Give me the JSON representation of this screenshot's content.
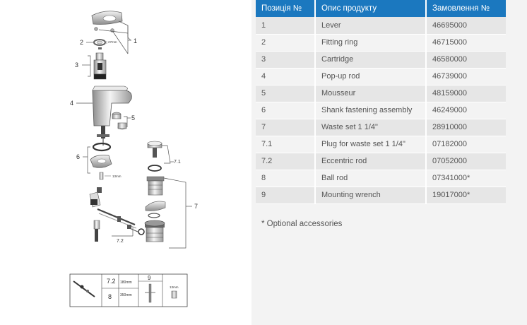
{
  "diagram": {
    "callouts": [
      "1",
      "2",
      "3",
      "4",
      "5",
      "6",
      "7",
      "7.1",
      "7.2"
    ],
    "dimension_labels": {
      "ring_width": "27mm",
      "shank_width": "13mm"
    },
    "legend": {
      "rod_label_top": "7.2",
      "rod_label_bottom": "8",
      "rod_length_top": "180mm",
      "rod_length_bottom": "350mm",
      "wrench_label": "9",
      "part_size": "13mm"
    }
  },
  "table": {
    "headers": [
      "Позиція №",
      "Опис продукту",
      "Замовлення №"
    ],
    "rows": [
      {
        "pos": "1",
        "desc": "Lever",
        "order": "46695000"
      },
      {
        "pos": "2",
        "desc": "Fitting ring",
        "order": "46715000"
      },
      {
        "pos": "3",
        "desc": "Cartridge",
        "order": "46580000"
      },
      {
        "pos": "4",
        "desc": "Pop-up rod",
        "order": "46739000"
      },
      {
        "pos": "5",
        "desc": "Mousseur",
        "order": "48159000"
      },
      {
        "pos": "6",
        "desc": "Shank fastening assembly",
        "order": "46249000"
      },
      {
        "pos": "7",
        "desc": "Waste set 1 1/4\"",
        "order": "28910000"
      },
      {
        "pos": "7.1",
        "desc": "Plug for waste set 1 1/4\"",
        "order": "07182000"
      },
      {
        "pos": "7.2",
        "desc": "Eccentric rod",
        "order": "07052000"
      },
      {
        "pos": "8",
        "desc": "Ball rod",
        "order": "07341000*"
      },
      {
        "pos": "9",
        "desc": "Mounting wrench",
        "order": "19017000*"
      }
    ]
  },
  "footnote": "* Optional accessories",
  "colors": {
    "header_bg": "#1b78bf",
    "row_odd": "#e6e6e6",
    "row_even": "#f3f3f3",
    "panel_bg": "#f3f3f3"
  }
}
